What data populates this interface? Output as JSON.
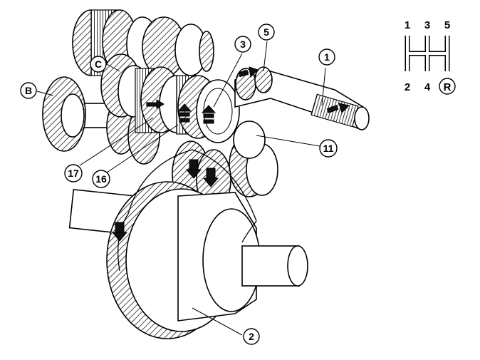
{
  "callouts": {
    "c1": "1",
    "c2": "2",
    "c3": "3",
    "c5": "5",
    "c11": "11",
    "c16": "16",
    "c17": "17",
    "cB": "B",
    "cC": "C"
  },
  "gear_pattern": {
    "top": [
      "1",
      "3",
      "5"
    ],
    "bottom": [
      "2",
      "4",
      "R"
    ]
  }
}
